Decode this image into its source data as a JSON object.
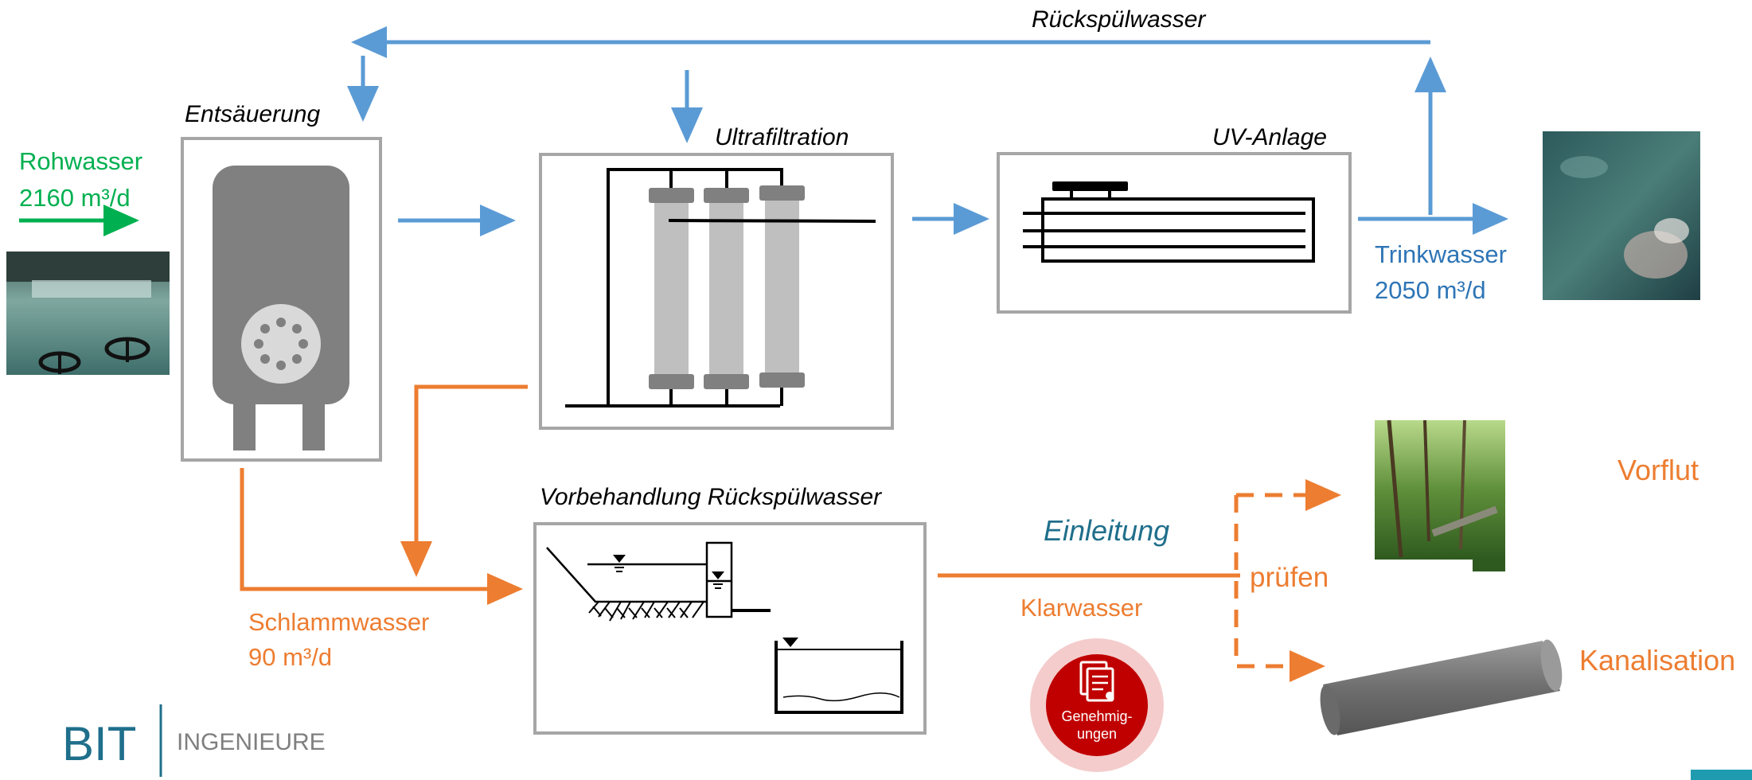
{
  "labels": {
    "rueckspuelwasser_top": "Rückspülwasser",
    "entsaeuerung": "Entsäuerung",
    "ultrafiltration": "Ultrafiltration",
    "uv_anlage": "UV-Anlage",
    "rohwasser": "Rohwasser",
    "rohwasser_flow": "2160 m³/d",
    "trinkwasser": "Trinkwasser",
    "trinkwasser_flow": "2050 m³/d",
    "vorbehandlung": "Vorbehandlung Rückspülwasser",
    "schlammwasser": "Schlammwasser",
    "schlammwasser_flow": "90 m³/d",
    "einleitung": "Einleitung",
    "klarwasser": "Klarwasser",
    "pruefen": "prüfen",
    "vorflut": "Vorflut",
    "kanalisation": "Kanalisation",
    "genehmigungen_1": "Genehmig-",
    "genehmigungen_2": "ungen",
    "logo_bit": "BIT",
    "logo_ingenieure": "INGENIEURE"
  },
  "colors": {
    "blue": "#5b9bd5",
    "green": "#00b050",
    "orange": "#ed7d31",
    "blue_text": "#2e75b6",
    "teal": "#1f6f8b",
    "gray_dark": "#7f7f7f",
    "gray_light": "#bfbfbf",
    "red": "#c00000"
  }
}
